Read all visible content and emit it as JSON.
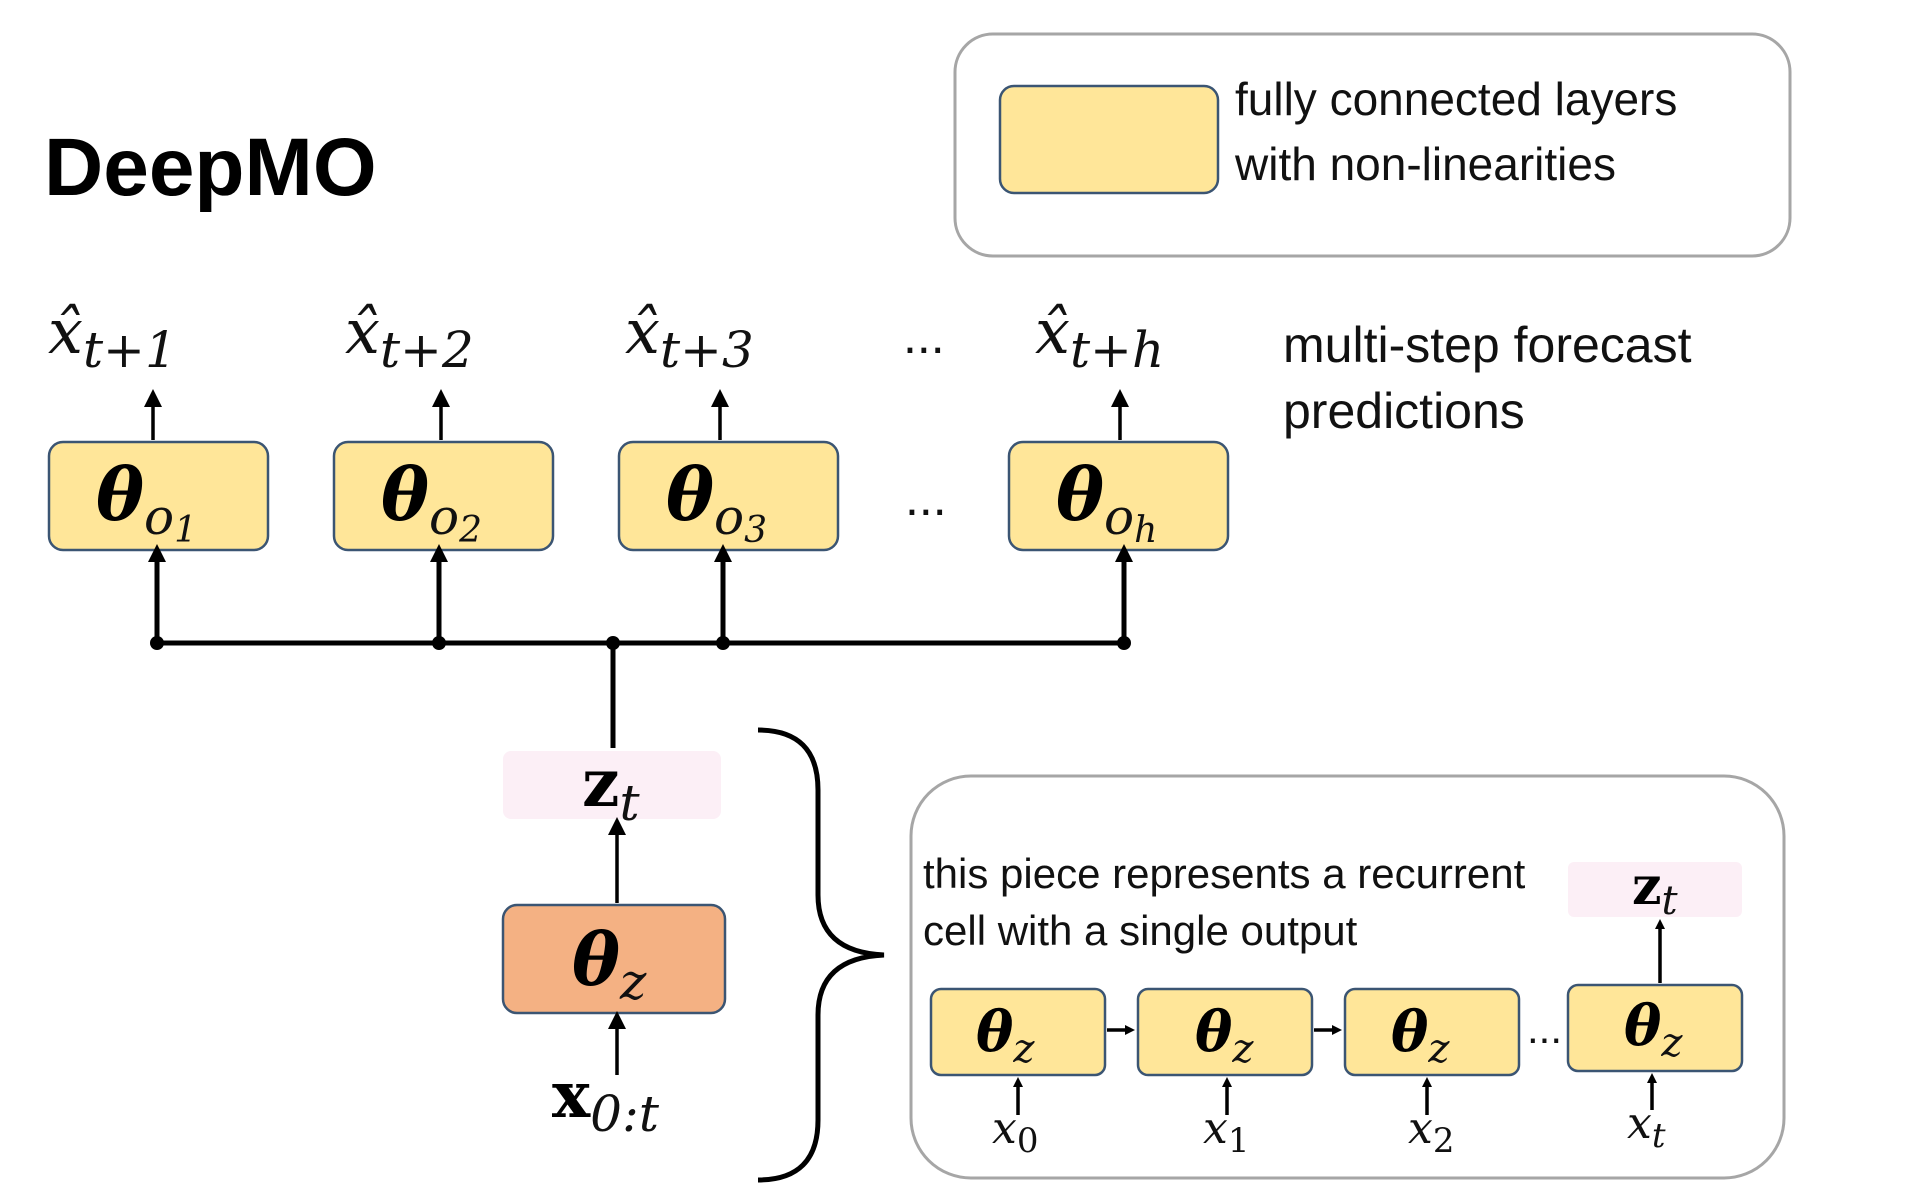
{
  "title": "DeepMO",
  "legend": {
    "line1": "fully connected layers",
    "line2": "with non-linearities",
    "swatch_color": "#FFE699"
  },
  "outputs": [
    {
      "base": "x̂",
      "sub": "t+1"
    },
    {
      "base": "x̂",
      "sub": "t+2"
    },
    {
      "base": "x̂",
      "sub": "t+3"
    },
    {
      "base": "x̂",
      "sub": "t+h"
    }
  ],
  "output_ellipsis": "...",
  "output_label": {
    "line1": "multi-step forecast",
    "line2": "predictions"
  },
  "heads": [
    {
      "base": "θ",
      "sub": "o",
      "subsub": "1"
    },
    {
      "base": "θ",
      "sub": "o",
      "subsub": "2"
    },
    {
      "base": "θ",
      "sub": "o",
      "subsub": "3"
    },
    {
      "base": "θ",
      "sub": "o",
      "subsub": "h"
    }
  ],
  "head_ellipsis": "...",
  "state": {
    "base": "z",
    "sub": "t"
  },
  "encoder": {
    "base": "θ",
    "sub": "z",
    "color": "#F4B183"
  },
  "input": {
    "base": "x",
    "sub": "0:t"
  },
  "inset": {
    "line1": "this piece represents a recurrent",
    "line2": "cell with a single output",
    "cells": [
      {
        "base": "θ",
        "sub": "z",
        "in_base": "x",
        "in_sub": "0"
      },
      {
        "base": "θ",
        "sub": "z",
        "in_base": "x",
        "in_sub": "1"
      },
      {
        "base": "θ",
        "sub": "z",
        "in_base": "x",
        "in_sub": "2"
      },
      {
        "base": "θ",
        "sub": "z",
        "in_base": "x",
        "in_sub": "t"
      }
    ],
    "ellipsis": "...",
    "state": {
      "base": "z",
      "sub": "t"
    }
  }
}
